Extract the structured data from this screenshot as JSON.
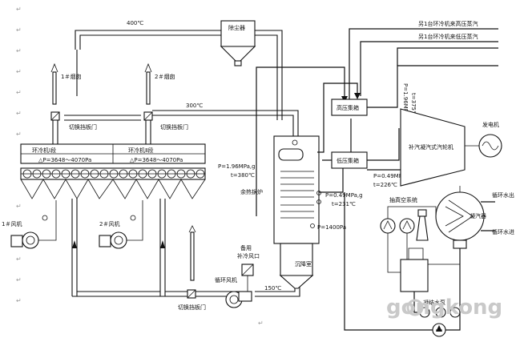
{
  "labels": {
    "dust_collector": "除尘器",
    "temp_400": "400℃",
    "temp_300": "300℃",
    "temp_150": "150℃",
    "chimney_1": "1＃烟囱",
    "chimney_2": "2＃烟囱",
    "switch_valve_1": "切换挡板门",
    "switch_valve_2": "切换挡板门",
    "switch_valve_3": "切换挡板门",
    "cooler_1": "环冷机Ⅰ段",
    "cooler_2": "环冷机Ⅱ段",
    "dp_1": "△P=3648～4070Pa",
    "dp_2": "△P=3648～4070Pa",
    "fan_1": "1＃风机",
    "fan_2": "2＃风机",
    "backup_inlet": "备用",
    "backup_inlet_2": "补冷风口",
    "circ_fan": "循环风机",
    "hp_header": "高压集箱",
    "lp_header": "低压集箱",
    "hp_from": "另1台环冷机来高压蒸汽",
    "lp_from": "另1台环冷机来低压蒸汽",
    "p_196": "P=1.96MPa,g",
    "t_375": "t=375℃",
    "turbine": "补汽凝汽式汽轮机",
    "generator": "发电机",
    "p_049": "P=0.49MPa,g",
    "t_226": "t=226℃",
    "boiler_p1": "P=1.96MPa,g",
    "boiler_t1": "t=380℃",
    "boiler_p2": "P=0.49MPa,g",
    "boiler_t2": "t=231℃",
    "boiler_p3": "P=1400Pa",
    "waste_boiler": "余热锅炉",
    "settling": "沉降室",
    "vacuum": "抽真空系统",
    "condenser": "凝汽器",
    "circ_out": "循环水出",
    "circ_in": "循环水进",
    "cond_pump": "凝结水泵",
    "watermark": "gongkong"
  },
  "colors": {
    "line": "#111111",
    "paragraph_mark": "#9a9a9a",
    "watermark": "#c9c9c9"
  }
}
